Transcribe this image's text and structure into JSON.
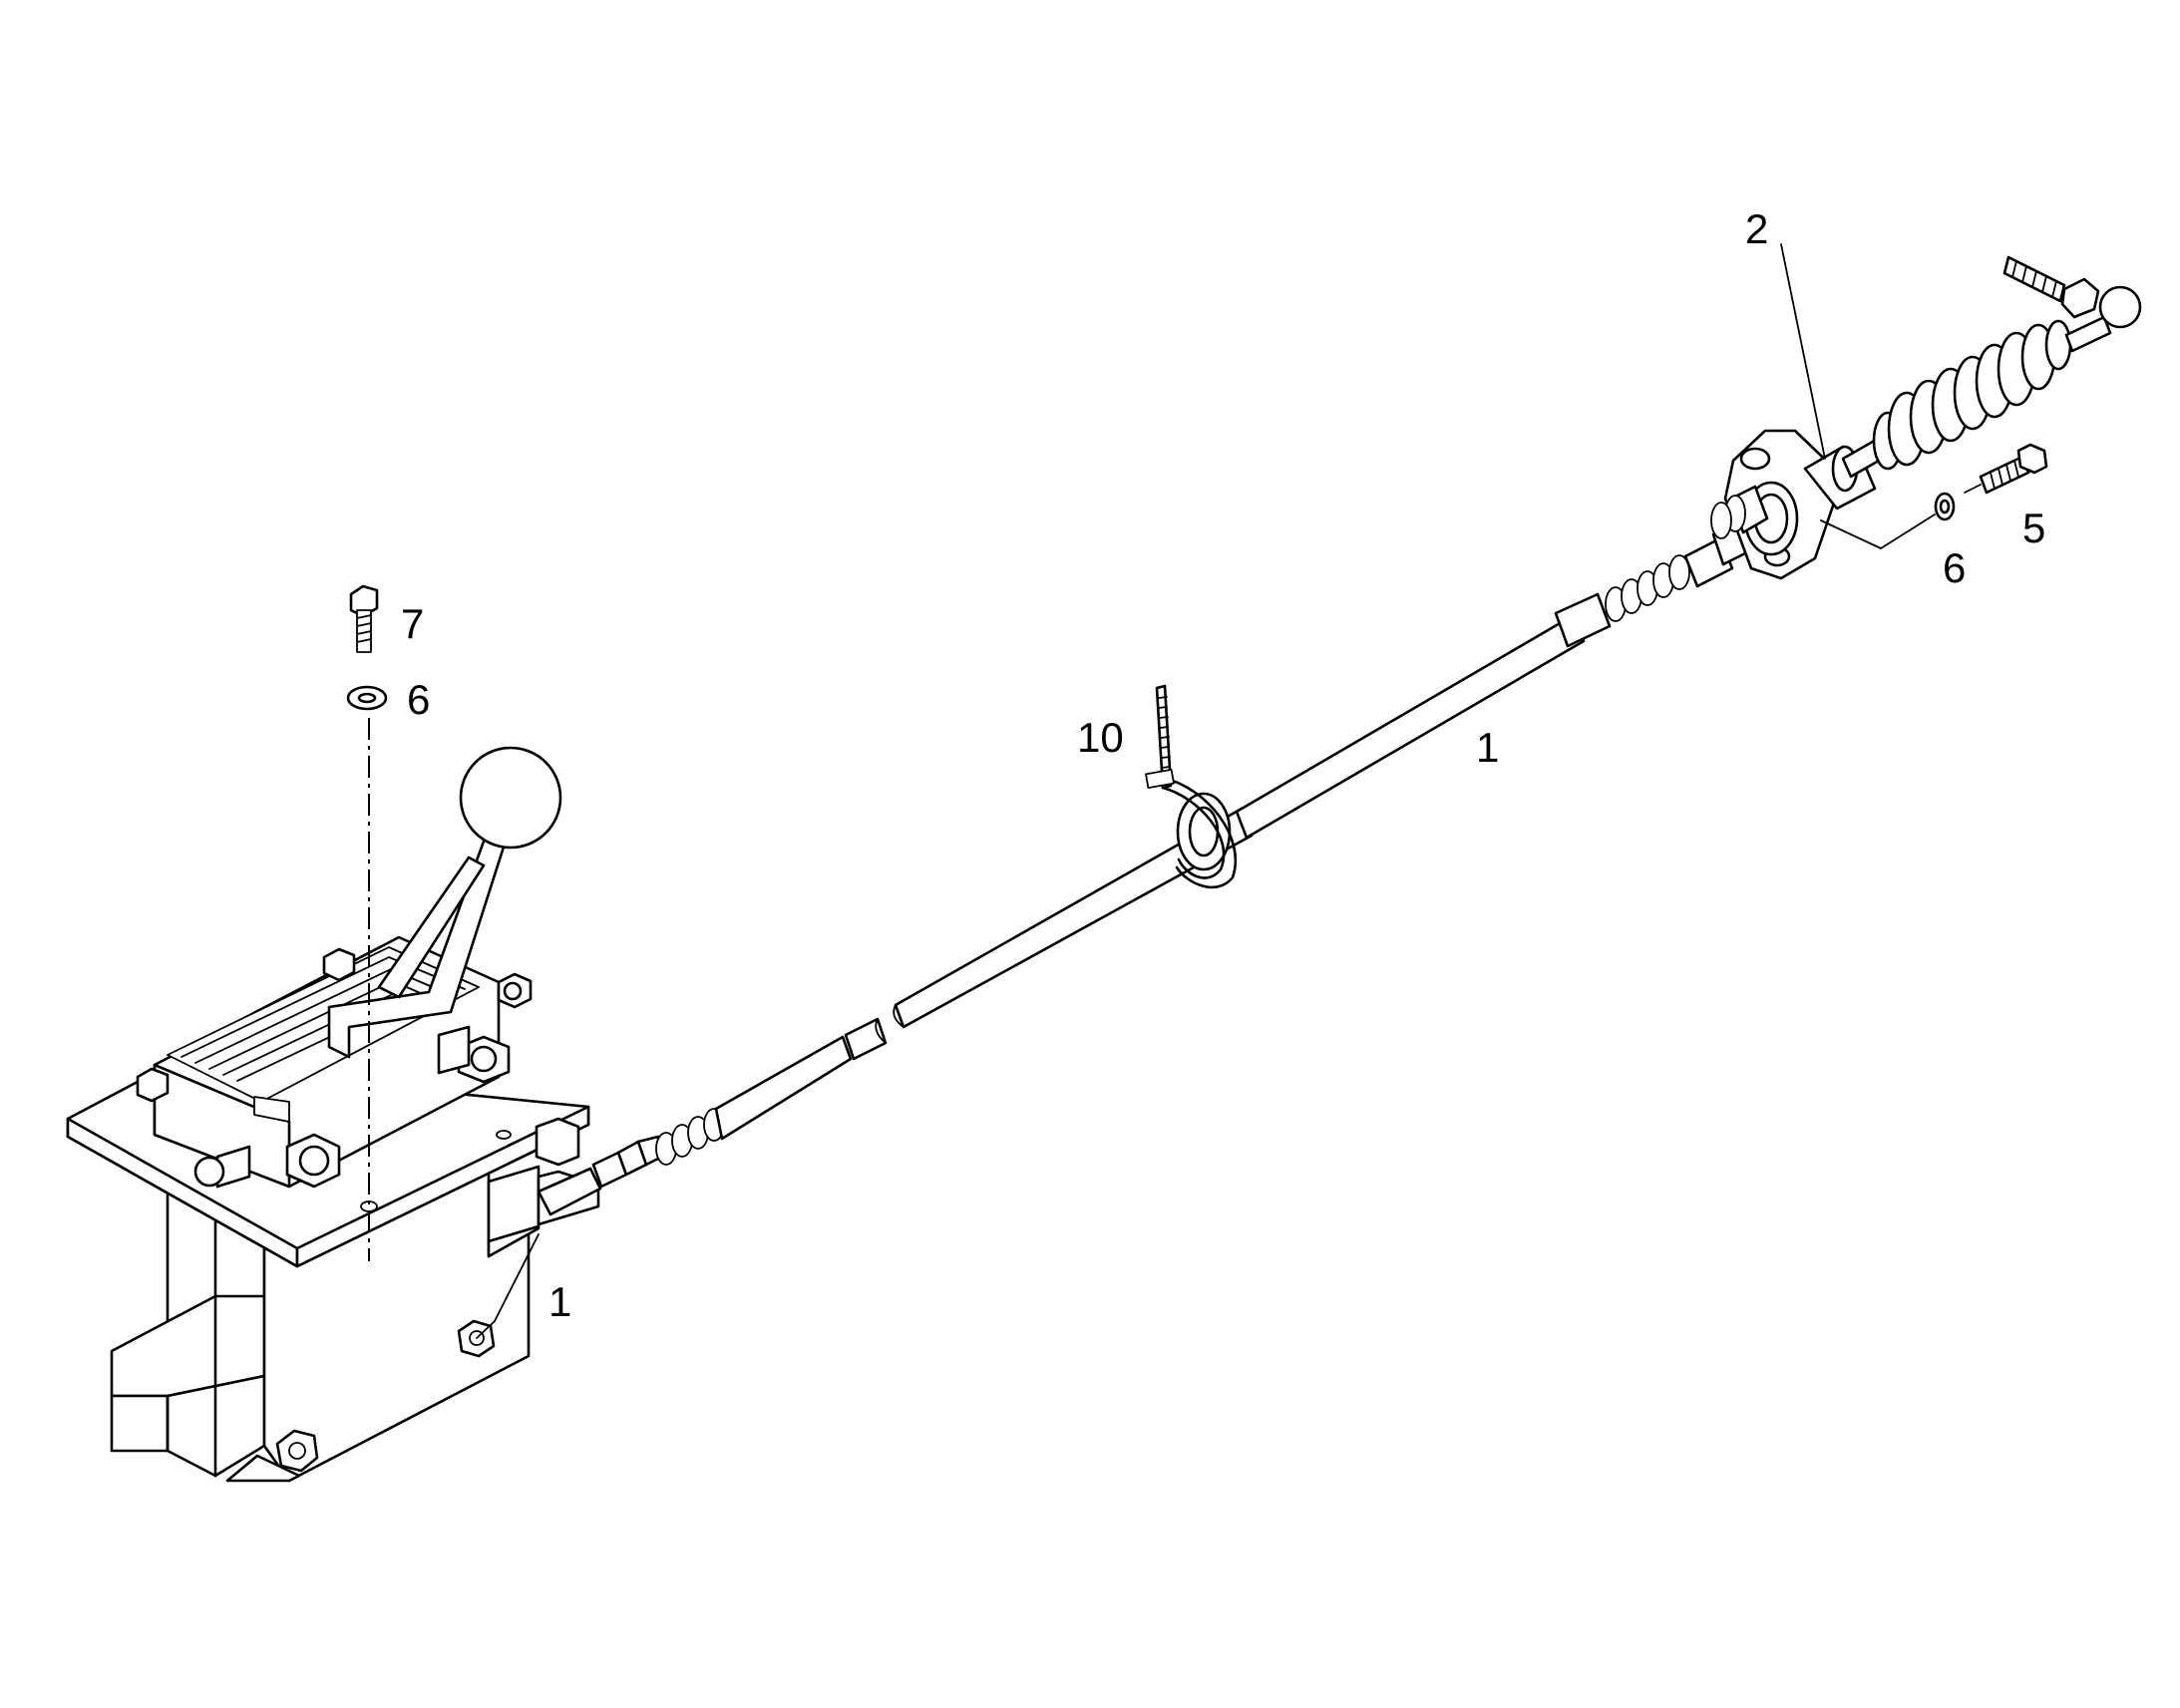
{
  "callouts": [
    {
      "id": "cable-main",
      "text": "1"
    },
    {
      "id": "cable-end",
      "text": "1"
    },
    {
      "id": "bracket",
      "text": "2"
    },
    {
      "id": "bolt-right",
      "text": "5"
    },
    {
      "id": "washer-right",
      "text": "6"
    },
    {
      "id": "washer-left",
      "text": "6"
    },
    {
      "id": "bolt-left",
      "text": "7"
    },
    {
      "id": "cable-tie",
      "text": "10"
    }
  ]
}
